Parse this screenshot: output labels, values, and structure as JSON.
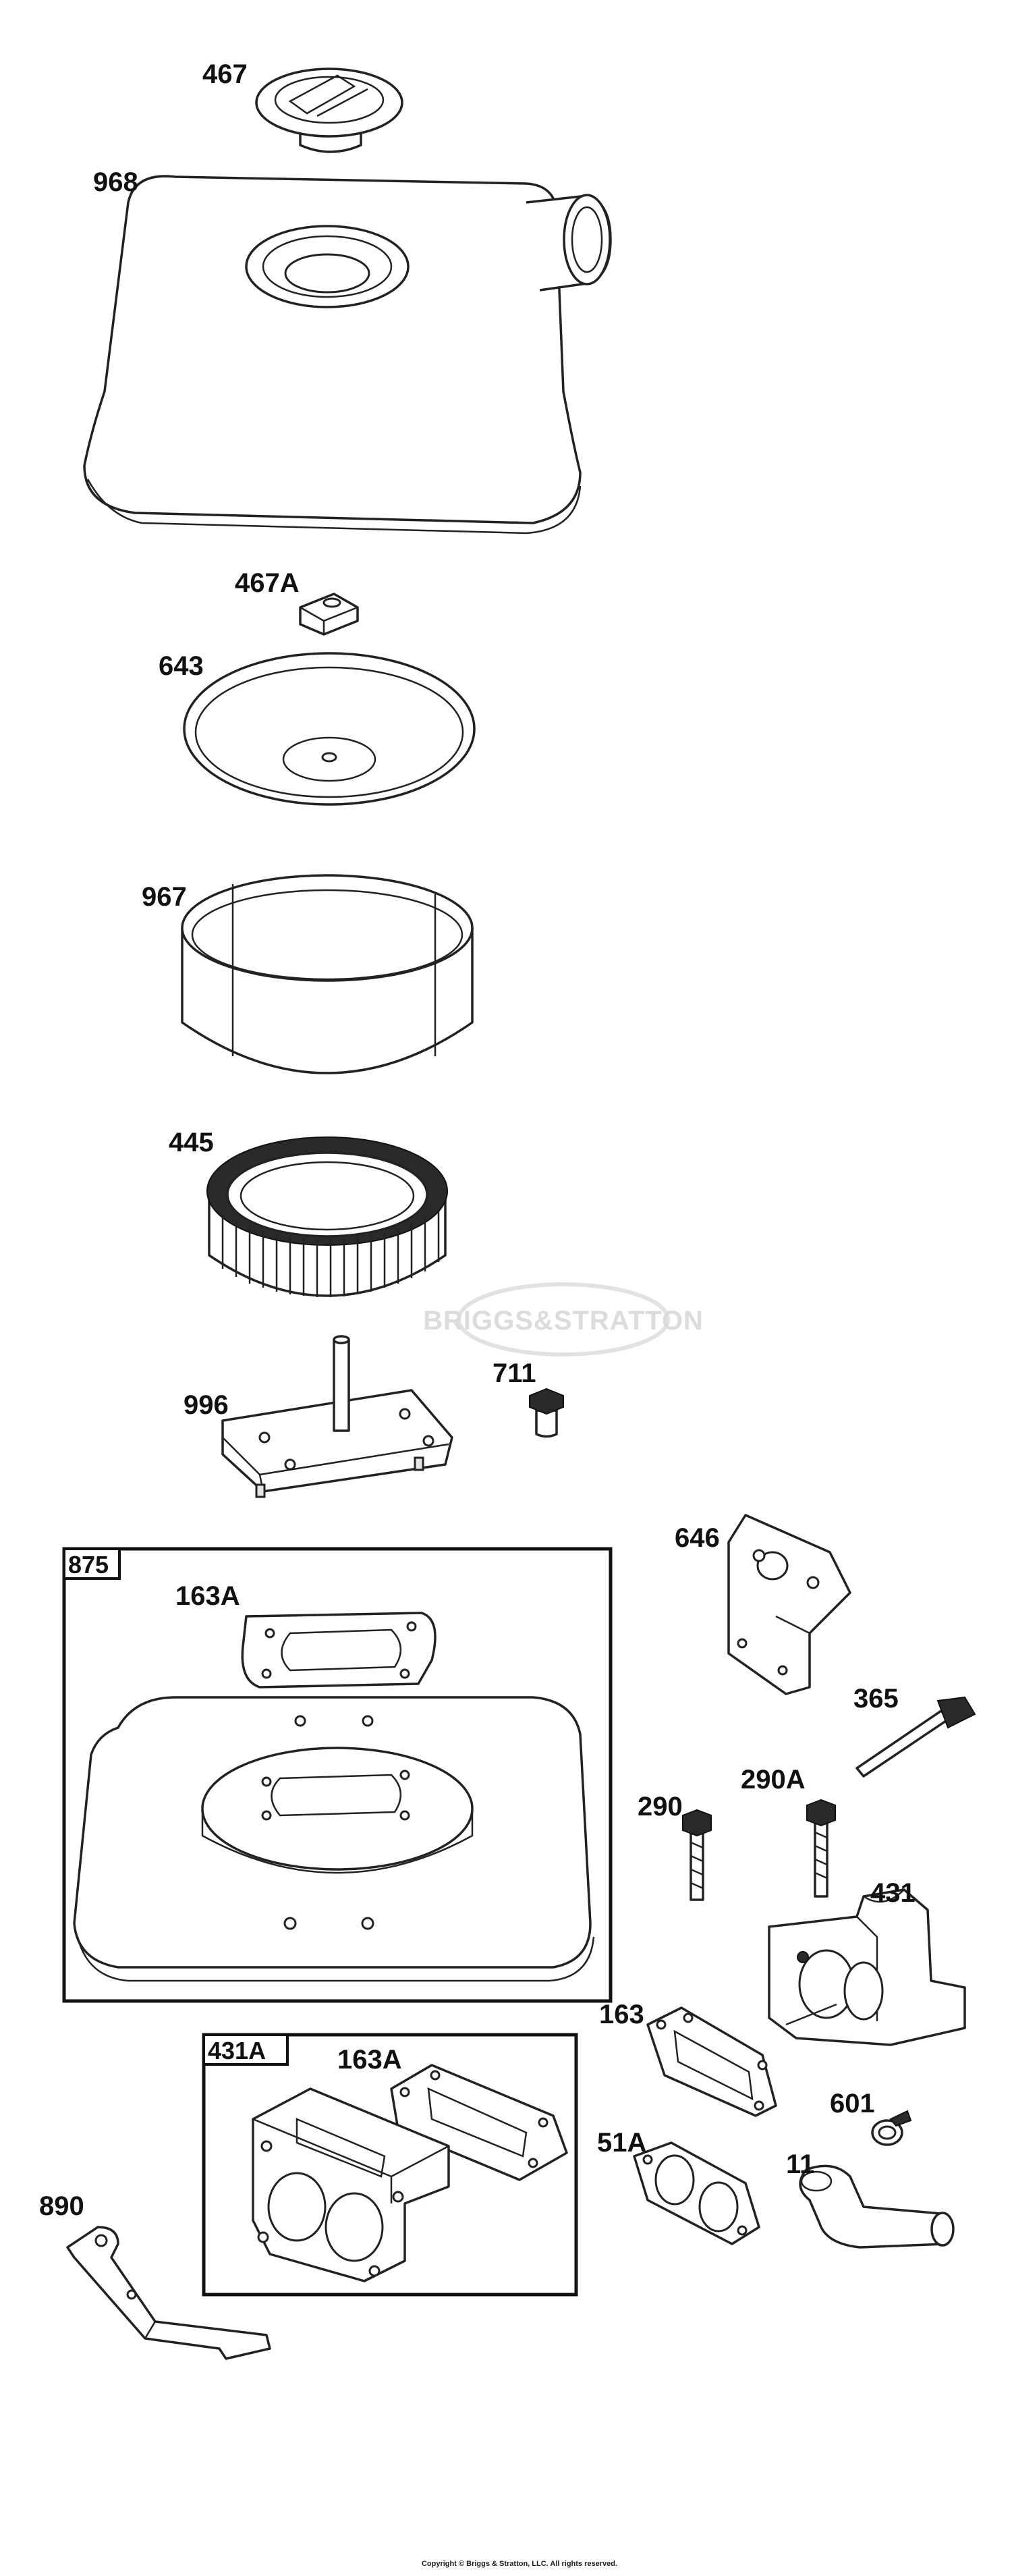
{
  "labels": {
    "p467": "467",
    "p968": "968",
    "p467A": "467A",
    "p643": "643",
    "p967": "967",
    "p445": "445",
    "p711": "711",
    "p996": "996",
    "p875": "875",
    "p163A_1": "163A",
    "p646": "646",
    "p365": "365",
    "p290": "290",
    "p290A": "290A",
    "p431": "431",
    "p431A": "431A",
    "p163A_2": "163A",
    "p163": "163",
    "p51A": "51A",
    "p601": "601",
    "p11": "11",
    "p890": "890"
  },
  "watermark": "BRIGGS&STRATTON",
  "copyright": "Copyright © Briggs & Stratton, LLC. All rights reserved."
}
